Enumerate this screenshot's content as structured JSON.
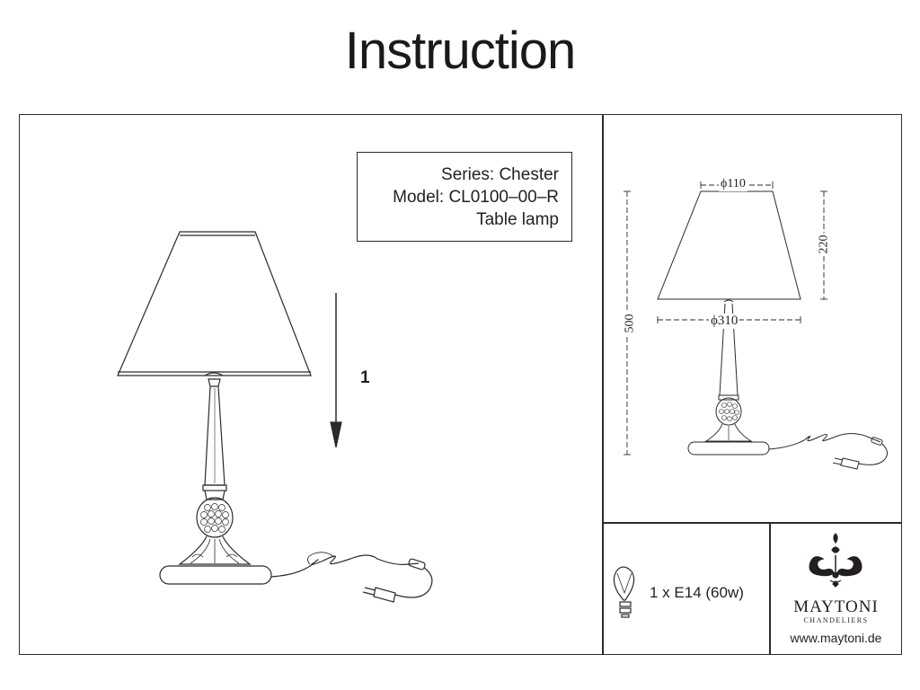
{
  "document": {
    "title": "Instruction"
  },
  "product": {
    "series": "Series: Chester",
    "model": "Model: CL0100–00–R",
    "type": "Table lamp"
  },
  "assembly": {
    "step_label": "1"
  },
  "dimensions": {
    "shade_top_diameter": "ϕ110",
    "shade_bottom_diameter": "ϕ310",
    "shade_height": "220",
    "total_height": "500"
  },
  "bulb": {
    "spec": "1 x E14 (60w)",
    "icon": "light-bulb-icon"
  },
  "brand": {
    "name": "MAYTONI",
    "tagline": "CHANDELIERS",
    "url": "www.maytoni.de",
    "logo": "maytoni-ornament-logo"
  }
}
